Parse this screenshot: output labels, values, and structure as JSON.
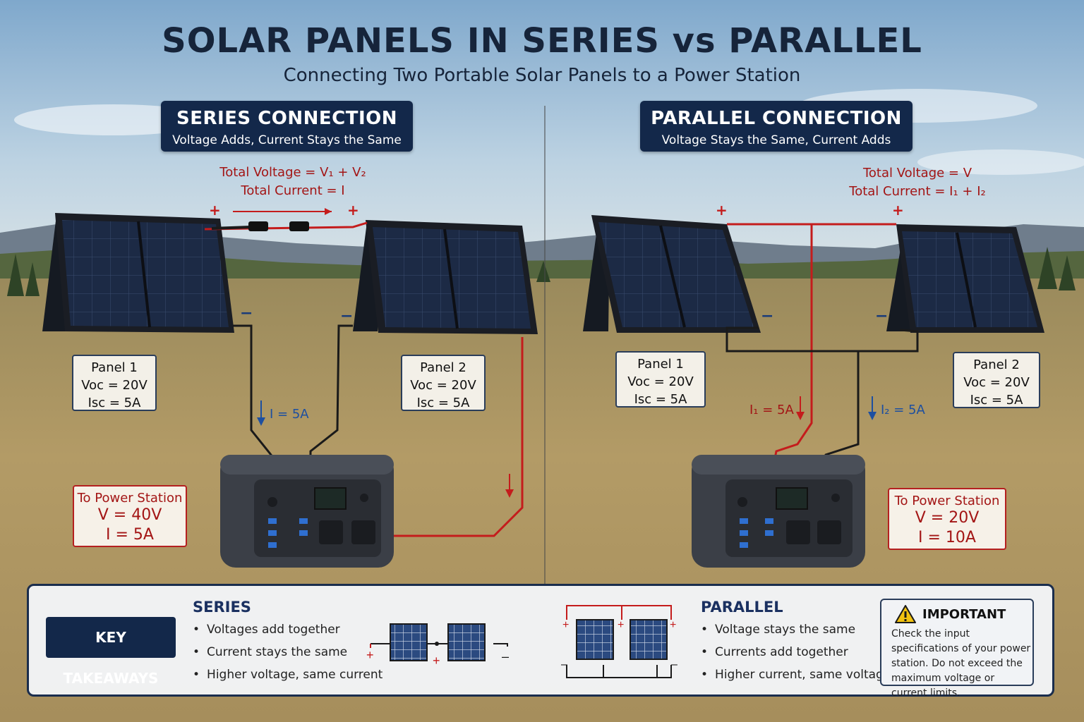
{
  "title": "SOLAR PANELS IN SERIES vs PARALLEL",
  "subtitle": "Connecting Two Portable Solar Panels to a Power Station",
  "series": {
    "header_title": "SERIES CONNECTION",
    "header_sub": "Voltage Adds, Current Stays the Same",
    "formula_voltage": "Total Voltage = V₁ + V₂",
    "formula_current": "Total Current = I",
    "panel1": {
      "name": "Panel 1",
      "voc": "Voc = 20V",
      "isc": "Isc = 5A"
    },
    "panel2": {
      "name": "Panel 2",
      "voc": "Voc = 20V",
      "isc": "Isc = 5A"
    },
    "current_label": "I = 5A",
    "station": {
      "title": "To Power Station",
      "v": "V = 40V",
      "i": "I = 5A"
    }
  },
  "parallel": {
    "header_title": "PARALLEL CONNECTION",
    "header_sub": "Voltage Stays the Same, Current Adds",
    "formula_voltage": "Total Voltage = V",
    "formula_current": "Total Current = I₁ + I₂",
    "panel1": {
      "name": "Panel 1",
      "voc": "Voc = 20V",
      "isc": "Isc = 5A"
    },
    "panel2": {
      "name": "Panel 2",
      "voc": "Voc = 20V",
      "isc": "Isc = 5A"
    },
    "current1_label": "I₁ = 5A",
    "current2_label": "I₂ = 5A",
    "station": {
      "title": "To Power Station",
      "v": "V = 20V",
      "i": "I = 10A"
    }
  },
  "symbols": {
    "plus": "+",
    "minus": "−"
  },
  "takeaways": {
    "label": "KEY TAKEAWAYS",
    "series_title": "SERIES",
    "series_points": [
      "Voltages add together",
      "Current stays the same",
      "Higher voltage, same current"
    ],
    "parallel_title": "PARALLEL",
    "parallel_points": [
      "Voltage stays the same",
      "Currents add together",
      "Higher current, same voltage"
    ],
    "important_title": "IMPORTANT",
    "important_text": "Check the input specifications of your power station. Do not exceed the maximum voltage or current limits."
  },
  "colors": {
    "positive_wire": "#c41c1c",
    "negative_wire": "#1a1a1a",
    "header_bg": "#13284a",
    "current_arrow": "#1d4fa0"
  }
}
